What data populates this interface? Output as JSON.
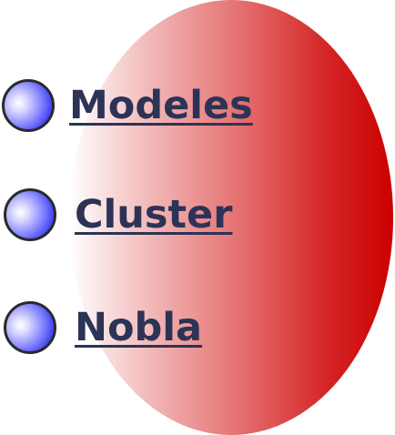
{
  "menu": {
    "items": [
      {
        "label": "Modeles",
        "icon": "bullet-ball-icon"
      },
      {
        "label": "Cluster",
        "icon": "bullet-ball-icon"
      },
      {
        "label": "Nobla",
        "icon": "bullet-ball-icon"
      }
    ]
  },
  "colors": {
    "blob_start": "#ffffff",
    "blob_end": "#cc0000",
    "bullet": "#3030f0",
    "link": "#2c3356"
  }
}
